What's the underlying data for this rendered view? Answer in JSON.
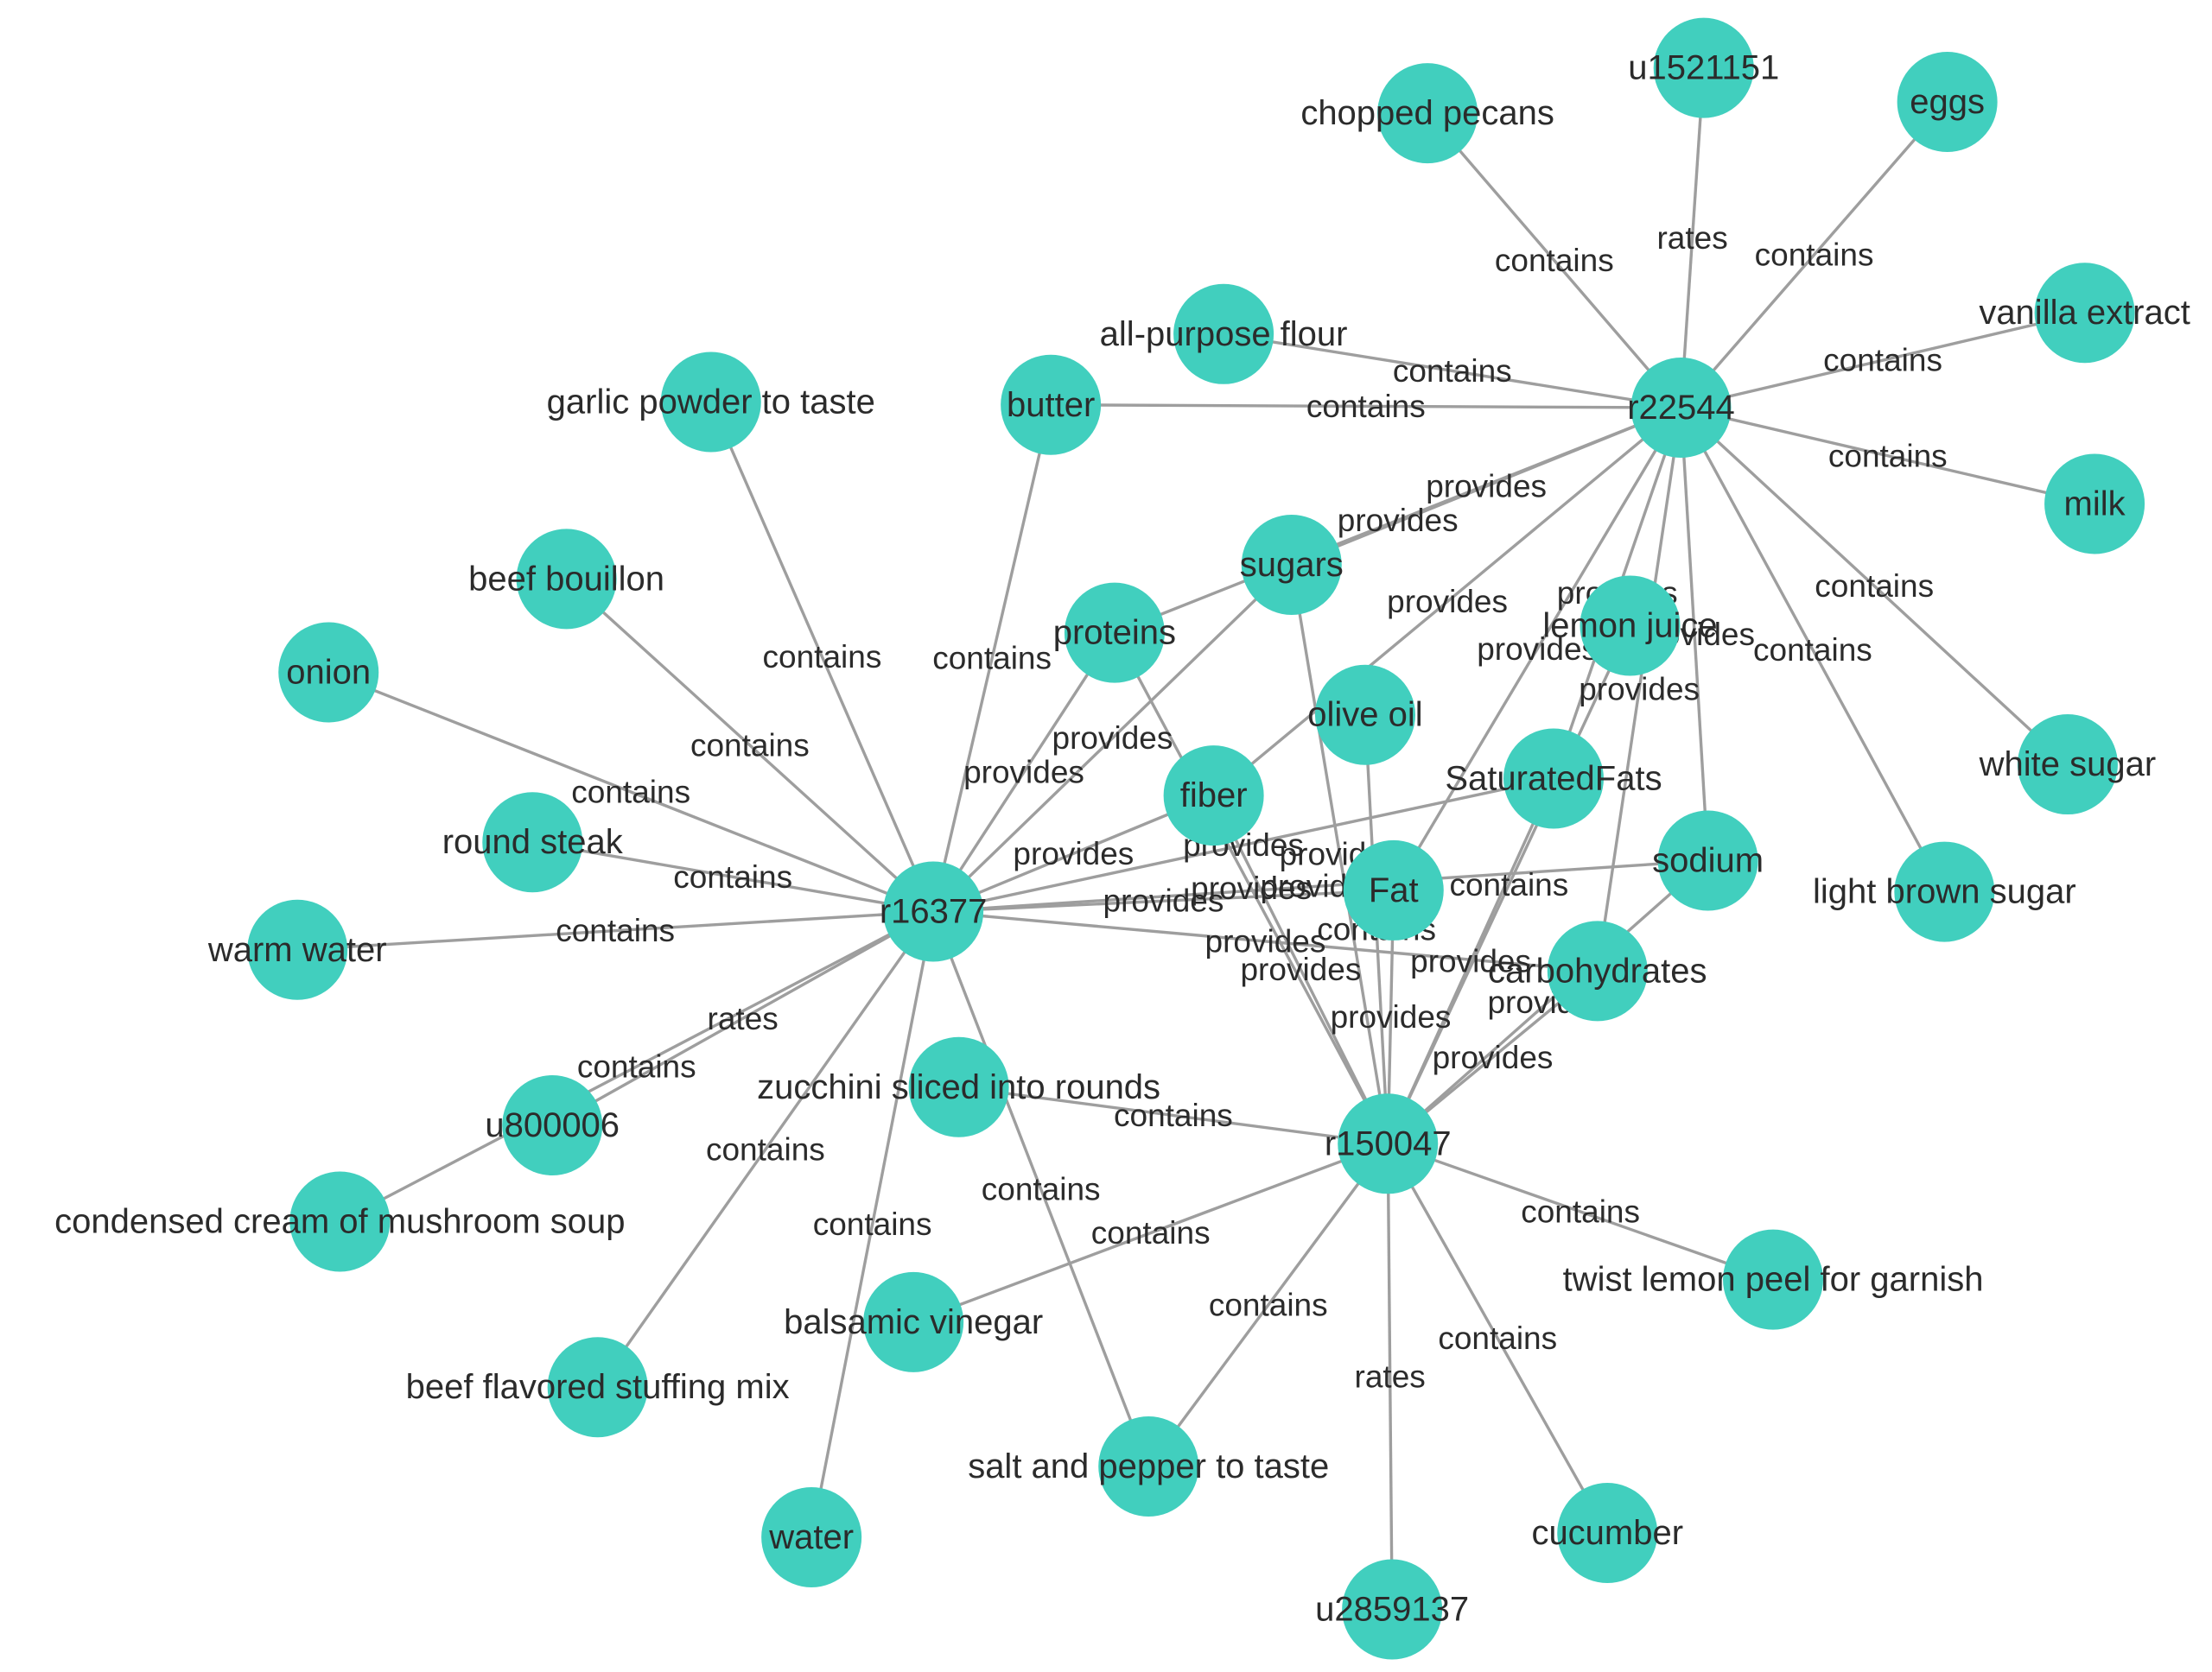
{
  "diagram": {
    "type": "knowledge-graph",
    "node_color": "#41cfbe",
    "edge_color": "#9e9e9e",
    "text_color": "#2b2b2b",
    "nodes": [
      {
        "id": "r22544",
        "label": "r22544"
      },
      {
        "id": "r16377",
        "label": "r16377"
      },
      {
        "id": "r150047",
        "label": "r150047"
      },
      {
        "id": "u1521151",
        "label": "u1521151"
      },
      {
        "id": "u800006",
        "label": "u800006"
      },
      {
        "id": "u2859137",
        "label": "u2859137"
      },
      {
        "id": "chopped_pecans",
        "label": "chopped pecans"
      },
      {
        "id": "eggs",
        "label": "eggs"
      },
      {
        "id": "vanilla_extract",
        "label": "vanilla extract"
      },
      {
        "id": "milk",
        "label": "milk"
      },
      {
        "id": "white_sugar",
        "label": "white sugar"
      },
      {
        "id": "light_brown_sugar",
        "label": "light brown sugar"
      },
      {
        "id": "all_purpose_flour",
        "label": "all-purpose flour"
      },
      {
        "id": "butter",
        "label": "butter"
      },
      {
        "id": "garlic_powder",
        "label": "garlic powder to taste"
      },
      {
        "id": "beef_bouillon",
        "label": "beef bouillon"
      },
      {
        "id": "onion",
        "label": "onion"
      },
      {
        "id": "round_steak",
        "label": "round steak"
      },
      {
        "id": "warm_water",
        "label": "warm water"
      },
      {
        "id": "condensed_soup",
        "label": "condensed cream of mushroom soup"
      },
      {
        "id": "stuffing_mix",
        "label": "beef flavored stuffing mix"
      },
      {
        "id": "water",
        "label": "water"
      },
      {
        "id": "zucchini",
        "label": "zucchini sliced into rounds"
      },
      {
        "id": "balsamic_vinegar",
        "label": "balsamic vinegar"
      },
      {
        "id": "salt_pepper",
        "label": "salt and pepper to taste"
      },
      {
        "id": "cucumber",
        "label": "cucumber"
      },
      {
        "id": "twist_lemon_peel",
        "label": "twist lemon peel for garnish"
      },
      {
        "id": "lemon_juice",
        "label": "lemon juice"
      },
      {
        "id": "olive_oil",
        "label": "olive oil"
      },
      {
        "id": "sugars",
        "label": "sugars"
      },
      {
        "id": "proteins",
        "label": "proteins"
      },
      {
        "id": "fiber",
        "label": "fiber"
      },
      {
        "id": "saturated_fats",
        "label": "SaturatedFats"
      },
      {
        "id": "sodium",
        "label": "sodium"
      },
      {
        "id": "fat",
        "label": "Fat"
      },
      {
        "id": "carbohydrates",
        "label": "carbohydrates"
      }
    ],
    "edges": [
      {
        "from": "r22544",
        "to": "chopped_pecans",
        "label": "contains"
      },
      {
        "from": "u1521151",
        "to": "r22544",
        "label": "rates"
      },
      {
        "from": "r22544",
        "to": "eggs",
        "label": "contains"
      },
      {
        "from": "r22544",
        "to": "vanilla_extract",
        "label": "contains"
      },
      {
        "from": "r22544",
        "to": "milk",
        "label": "contains"
      },
      {
        "from": "r22544",
        "to": "white_sugar",
        "label": "contains"
      },
      {
        "from": "r22544",
        "to": "light_brown_sugar",
        "label": "contains"
      },
      {
        "from": "r22544",
        "to": "all_purpose_flour",
        "label": "contains"
      },
      {
        "from": "r22544",
        "to": "butter",
        "label": "contains"
      },
      {
        "from": "r22544",
        "to": "sugars",
        "label": "provides"
      },
      {
        "from": "r22544",
        "to": "proteins",
        "label": "provides"
      },
      {
        "from": "r22544",
        "to": "fiber",
        "label": "provides"
      },
      {
        "from": "r22544",
        "to": "saturated_fats",
        "label": "provides"
      },
      {
        "from": "r22544",
        "to": "sodium",
        "label": "provides"
      },
      {
        "from": "r22544",
        "to": "fat",
        "label": "provides"
      },
      {
        "from": "r22544",
        "to": "carbohydrates",
        "label": "provides"
      },
      {
        "from": "r16377",
        "to": "garlic_powder",
        "label": "contains"
      },
      {
        "from": "r16377",
        "to": "beef_bouillon",
        "label": "contains"
      },
      {
        "from": "r16377",
        "to": "onion",
        "label": "contains"
      },
      {
        "from": "r16377",
        "to": "round_steak",
        "label": "contains"
      },
      {
        "from": "r16377",
        "to": "warm_water",
        "label": "contains"
      },
      {
        "from": "r16377",
        "to": "condensed_soup",
        "label": "contains"
      },
      {
        "from": "u800006",
        "to": "r16377",
        "label": "rates"
      },
      {
        "from": "r16377",
        "to": "stuffing_mix",
        "label": "contains"
      },
      {
        "from": "r16377",
        "to": "water",
        "label": "contains"
      },
      {
        "from": "r16377",
        "to": "butter",
        "label": "contains"
      },
      {
        "from": "r16377",
        "to": "salt_pepper",
        "label": "contains"
      },
      {
        "from": "r16377",
        "to": "proteins",
        "label": "provides"
      },
      {
        "from": "r16377",
        "to": "sugars",
        "label": "provides"
      },
      {
        "from": "r16377",
        "to": "fiber",
        "label": "provides"
      },
      {
        "from": "r16377",
        "to": "saturated_fats",
        "label": "provides"
      },
      {
        "from": "r16377",
        "to": "fat",
        "label": "provides"
      },
      {
        "from": "r16377",
        "to": "sodium",
        "label": "provides"
      },
      {
        "from": "r16377",
        "to": "carbohydrates",
        "label": "provides"
      },
      {
        "from": "r150047",
        "to": "zucchini",
        "label": "contains"
      },
      {
        "from": "r150047",
        "to": "balsamic_vinegar",
        "label": "contains"
      },
      {
        "from": "r150047",
        "to": "salt_pepper",
        "label": "contains"
      },
      {
        "from": "r150047",
        "to": "cucumber",
        "label": "contains"
      },
      {
        "from": "r150047",
        "to": "twist_lemon_peel",
        "label": "contains"
      },
      {
        "from": "u2859137",
        "to": "r150047",
        "label": "rates"
      },
      {
        "from": "r150047",
        "to": "lemon_juice",
        "label": "contains"
      },
      {
        "from": "r150047",
        "to": "olive_oil",
        "label": "contains"
      },
      {
        "from": "r150047",
        "to": "sugars",
        "label": "provides"
      },
      {
        "from": "r150047",
        "to": "proteins",
        "label": "provides"
      },
      {
        "from": "r150047",
        "to": "fiber",
        "label": "provides"
      },
      {
        "from": "r150047",
        "to": "saturated_fats",
        "label": "provides"
      },
      {
        "from": "r150047",
        "to": "sodium",
        "label": "provides"
      },
      {
        "from": "r150047",
        "to": "fat",
        "label": "provides"
      },
      {
        "from": "r150047",
        "to": "carbohydrates",
        "label": "provides"
      }
    ]
  }
}
